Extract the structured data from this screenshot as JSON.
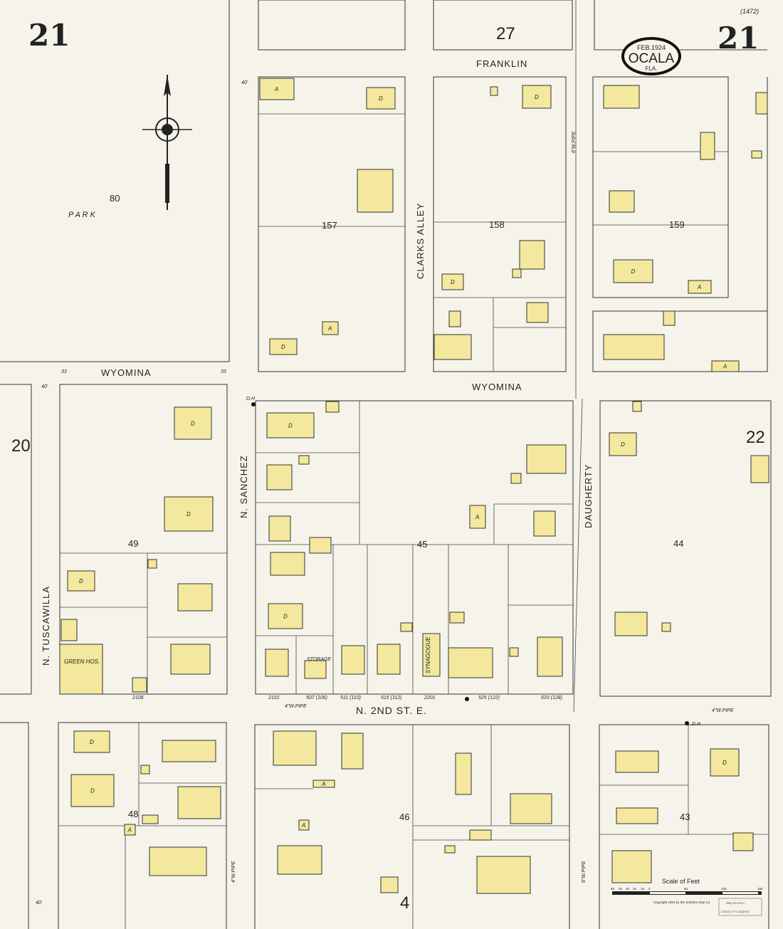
{
  "map": {
    "sheet_number": "21",
    "sheet_ref": "(1472)",
    "title_cartouche": {
      "date": "FEB.1924",
      "city": "OCALA",
      "state": "FLA."
    },
    "adjacent_sheets": {
      "top": "27",
      "left": "20",
      "right": "22",
      "bottom": "4"
    },
    "streets": {
      "franklin": "FRANKLIN",
      "clarks_alley": "CLARKS  ALLEY",
      "wyomina_left": "WYOMINA",
      "wyomina_right": "WYOMINA",
      "sanchez": "N.  SANCHEZ",
      "daugherty": "DAUGHERTY",
      "tuscawilla": "N. TUSCAWILLA",
      "second_st": "N. 2ND  ST. E."
    },
    "blocks": [
      "157",
      "158",
      "159",
      "49",
      "45",
      "44",
      "48",
      "46",
      "43",
      "80"
    ],
    "park_label": "P A R K",
    "building_labels": {
      "synagogue": "SYNAGOGUE",
      "green_hos": "GREEN HOS.",
      "storage": "STORAGE",
      "dwelling": "D",
      "auto": "A"
    },
    "annotations": {
      "hydrant": "D.H",
      "pipe_4": "4\"W.PIPE",
      "pipe_6": "6\"W.PIPE",
      "width_40": "40'",
      "width_33": "33"
    },
    "address_numbers": [
      "2110",
      "507 (106)",
      "511 (110)",
      "515 (112)",
      "2201",
      "525 (122)",
      "533 (128)",
      "2108"
    ],
    "scale": {
      "title": "Scale of Feet",
      "ticks": [
        "50",
        "40",
        "30",
        "20",
        "10",
        "0",
        "50",
        "100",
        "150"
      ]
    },
    "copyright": "Copyright 1924 by the Sanborn Map Co.",
    "stamp": {
      "line1": "Map Division",
      "line2": "Library of Congress"
    },
    "colors": {
      "paper": "#f6f4ea",
      "building": "#f3e89d",
      "ink": "#222222"
    }
  }
}
